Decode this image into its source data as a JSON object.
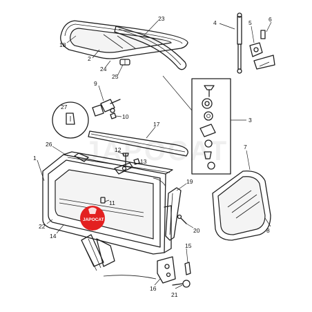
{
  "callouts": [
    {
      "id": "1",
      "label": "1"
    },
    {
      "id": "2",
      "label": "2"
    },
    {
      "id": "3",
      "label": "3"
    },
    {
      "id": "4",
      "label": "4"
    },
    {
      "id": "5",
      "label": "5"
    },
    {
      "id": "6",
      "label": "6"
    },
    {
      "id": "7",
      "label": "7"
    },
    {
      "id": "8",
      "label": "8"
    },
    {
      "id": "9",
      "label": "9"
    },
    {
      "id": "10",
      "label": "10"
    },
    {
      "id": "11",
      "label": "11"
    },
    {
      "id": "12",
      "label": "12"
    },
    {
      "id": "13",
      "label": "13"
    },
    {
      "id": "14",
      "label": "14"
    },
    {
      "id": "15",
      "label": "15"
    },
    {
      "id": "16",
      "label": "16"
    },
    {
      "id": "17",
      "label": "17"
    },
    {
      "id": "18",
      "label": "18"
    },
    {
      "id": "19",
      "label": "19"
    },
    {
      "id": "20",
      "label": "20"
    },
    {
      "id": "21",
      "label": "21"
    },
    {
      "id": "22",
      "label": "22"
    },
    {
      "id": "23",
      "label": "23"
    },
    {
      "id": "24",
      "label": "24"
    },
    {
      "id": "25",
      "label": "25"
    },
    {
      "id": "26",
      "label": "26"
    },
    {
      "id": "27",
      "label": "27"
    }
  ],
  "watermark": {
    "text": "JAPOCAT"
  },
  "logo": {
    "text": "JAPOCAT",
    "color": "#e32020"
  }
}
